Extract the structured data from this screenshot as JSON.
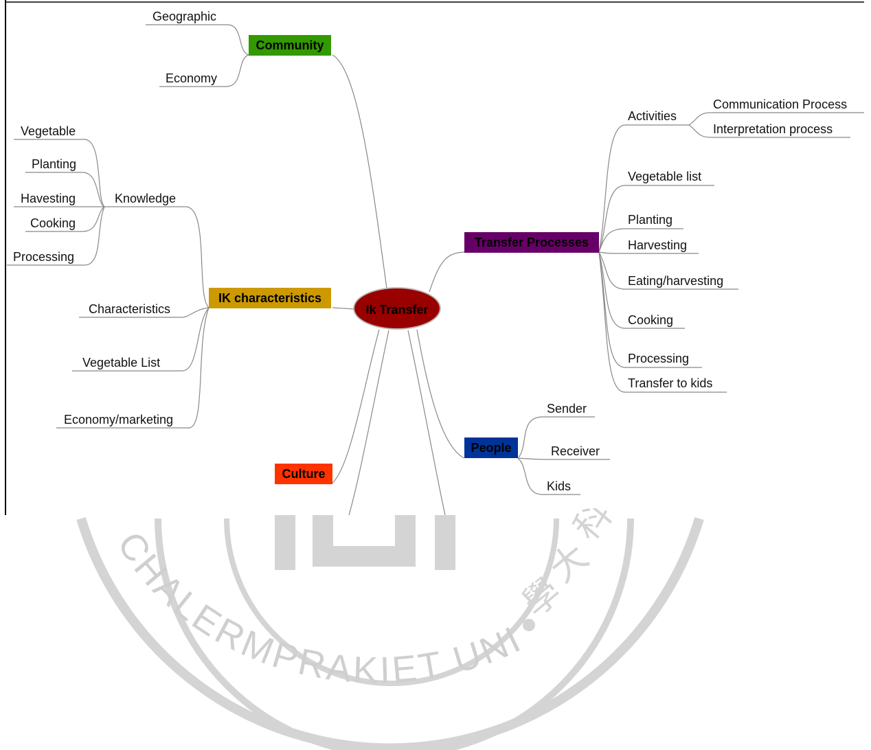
{
  "central": {
    "label": "Ik Transfer",
    "color": "#990000"
  },
  "branches": {
    "community": {
      "label": "Community",
      "color": "#339900",
      "children": [
        "Geographic",
        "Economy"
      ]
    },
    "ik_characteristics": {
      "label": "IK characteristics",
      "color": "#CC9900",
      "knowledge": {
        "label": "Knowledge",
        "children": [
          "Vegetable",
          "Planting",
          "Havesting",
          "Cooking",
          "Processing"
        ]
      },
      "children": [
        "Characteristics",
        "Vegetable List",
        "Economy/marketing"
      ]
    },
    "transfer_processes": {
      "label": "Transfer Processes",
      "color": "#660066",
      "activities": {
        "label": "Activities",
        "children": [
          "Communication Process",
          "Interpretation process"
        ]
      },
      "children": [
        "Vegetable list",
        "Planting",
        "Harvesting",
        "Eating/harvesting",
        "Cooking",
        "Processing",
        "Transfer to kids"
      ]
    },
    "people": {
      "label": "People",
      "color": "#003399",
      "children": [
        "Sender",
        "Receiver",
        "Kids"
      ]
    },
    "culture": {
      "label": "Culture",
      "color": "#FF3300"
    }
  },
  "watermark": {
    "text": "CHALERMPRAKIET UNIVERSITY",
    "color": "#d2d2d2"
  }
}
